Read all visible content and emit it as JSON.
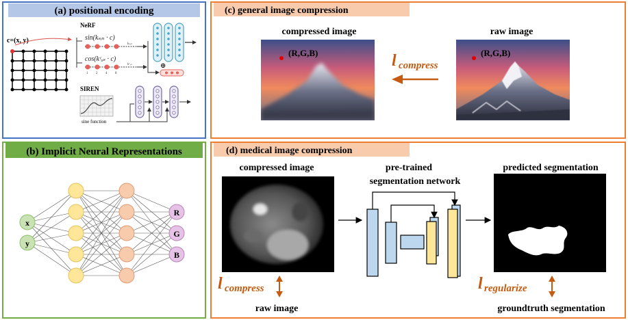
{
  "panels": {
    "a": {
      "title": "(a) positional encoding",
      "coord_label": "c=(x, y)",
      "nerf_label": "NeRF",
      "sin_label": "sin(kₛᵢₙ · c)",
      "cos_label": "cos(kᶜₒₛ · c)",
      "ksin_small": "kₛᵢₙ",
      "kcos_small": "kᶜₒₛ",
      "oplus": "⊕",
      "tick_labels": [
        "1",
        "2",
        "4",
        "8"
      ],
      "siren_label": "SIREN",
      "sine_caption": "sine function"
    },
    "b": {
      "title": "(b) Implicit Neural Representations",
      "inputs": [
        "x",
        "y"
      ],
      "outputs": [
        "R",
        "G",
        "B"
      ]
    },
    "c": {
      "title": "(c)  general image compression",
      "compressed_label": "compressed image",
      "raw_label": "raw image",
      "pixel_label_left": "(R,G,B)",
      "pixel_label_right": "(R,G,B)",
      "loss_main": "l",
      "loss_sub": "compress"
    },
    "d": {
      "title": "(d) medical image compression",
      "compressed_label": "compressed image",
      "network_label_line1": "pre-trained",
      "network_label_line2": "segmentation network",
      "predicted_label": "predicted segmentation",
      "raw_label": "raw image",
      "gt_label": "groundtruth segmentation",
      "loss_compress_main": "l",
      "loss_compress_sub": "compress",
      "loss_reg_main": "l",
      "loss_reg_sub": "regularize"
    }
  },
  "colors": {
    "blue_border": "#4472c4",
    "green_border": "#70ad47",
    "orange_border": "#ed7d31",
    "title_a_bg": "#b4c7e7",
    "title_b_bg": "#70ad47",
    "title_c_bg": "#f8cbad",
    "arrow_orange": "#c55a11"
  }
}
